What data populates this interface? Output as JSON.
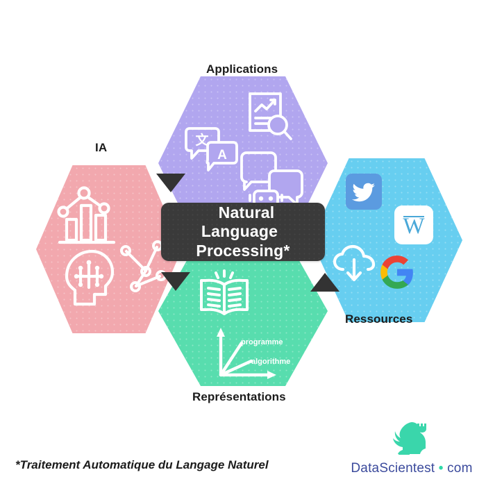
{
  "title": "Natural Language Processing infographic",
  "center": {
    "line1": "Natural Language",
    "line2": "Processing*",
    "bg_color": "#3a3a3a",
    "text_color": "#ffffff"
  },
  "hexagons": [
    {
      "id": "ia",
      "label": "IA",
      "color": "#F2A8AE",
      "icons": [
        "bar-chart-line-icon",
        "ai-head-icon",
        "network-graph-icon"
      ]
    },
    {
      "id": "applications",
      "label": "Applications",
      "color": "#B1A6EF",
      "icons": [
        "translation-bubbles-icon",
        "document-search-icon",
        "chatbot-icon"
      ]
    },
    {
      "id": "ressources",
      "label": "Ressources",
      "color": "#67CEF0",
      "icons": [
        "twitter-icon",
        "wikipedia-icon",
        "cloud-download-icon",
        "google-icon"
      ]
    },
    {
      "id": "representations",
      "label": "Représentations",
      "color": "#58DDAE",
      "icons": [
        "open-book-icon",
        "vector-axes-icon"
      ]
    }
  ],
  "vector_labels": {
    "programme": "programme",
    "algorithme": "algorithme"
  },
  "translation_glyphs": {
    "source": "文",
    "target": "A"
  },
  "wikipedia_glyph": "W",
  "google_glyph": "G",
  "footnote": "*Traitement Automatique du Langage Naturel",
  "brand": {
    "name": "DataScientest",
    "separator": "•",
    "tld": "com",
    "logo": "griffin-logo",
    "logo_color": "#3ad6ab",
    "text_color": "#3b4a9c"
  },
  "arrows": [
    {
      "name": "triangle-top-left",
      "direction": "down"
    },
    {
      "name": "triangle-bottom-left",
      "direction": "down"
    },
    {
      "name": "triangle-bottom-right",
      "direction": "up"
    }
  ]
}
